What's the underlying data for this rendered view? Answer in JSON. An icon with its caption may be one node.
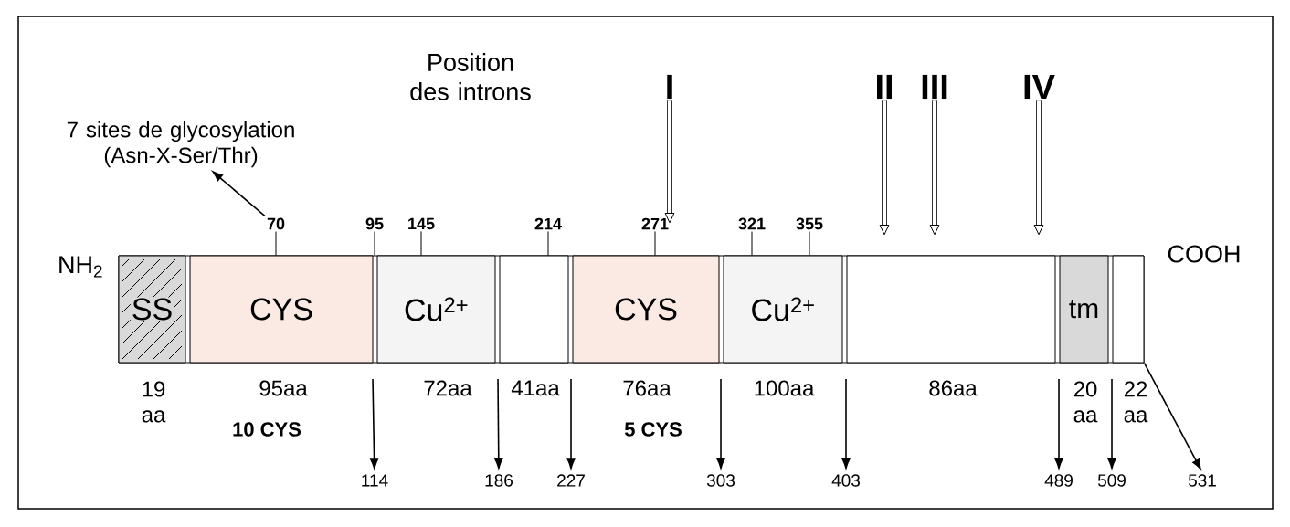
{
  "diagram": {
    "nodes": [
      {
        "text": [
          "7 sites de glycosylation (Asn-X-Ser/Thr)"
        ]
      },
      {
        "text": [
          "I"
        ]
      },
      {
        "text": [
          "II"
        ]
      },
      {
        "text": [
          "III"
        ]
      },
      {
        "text": [
          "IV"
        ]
      },
      {
        "text": [
          "SS"
        ]
      },
      {
        "text": [
          "CYS"
        ]
      },
      {
        "text": [
          "Cu$^{2+}$"
        ]
      },
      {
        "text": [],
        "shape": "box"
      },
      {
        "text": [
          "CYS"
        ]
      },
      {
        "text": [
          "Cu$^{2+}$"
        ]
      },
      {
        "text": [],
        "shape": "box"
      },
      {
        "text": [
          "tm"
        ]
      },
      {
        "text": [],
        "shape": "box"
      },
      {
        "text": [
          "114"
        ]
      },
      {
        "text": [
          "186"
        ]
      },
      {
        "text": [
          "227"
        ]
      },
      {
        "text": [
          "303"
        ]
      },
      {
        "text": [
          "403"
        ]
      },
      {
        "text": [
          "489"
        ]
      },
      {
        "text": [
          "509"
        ]
      },
      {
        "text": [
          "531"
        ]
      },
      {
        "text": [
          "70"
        ]
      },
      {
        "text": [
          "95"
        ]
      },
      {
        "text": [
          "145"
        ]
      },
      {
        "text": [
          "214"
        ]
      },
      {
        "text": [
          "271"
        ]
      },
      {
        "text": [
          "321"
        ]
      },
      {
        "text": [
          "355"
        ]
      }
    ],
    "edges": [
      {
        "from": 22,
        "to": 0,
        "arrow": "to"
      },
      {
        "from": 1,
        "to": 26,
        "arrow": "to",
        "style": "thick"
      },
      {
        "from": 2,
        "to": null,
        "arrow": "to",
        "style": "thick"
      },
      {
        "from": 3,
        "to": null,
        "arrow": "to",
        "style": "thick"
      },
      {
        "from": 4,
        "to": null,
        "arrow": "to",
        "style": "thick"
      },
      {
        "from": null,
        "to": 14,
        "arrow": "to"
      },
      {
        "from": null,
        "to": 15,
        "arrow": "to"
      },
      {
        "from": null,
        "to": 16,
        "arrow": "to"
      },
      {
        "from": null,
        "to": 17,
        "arrow": "to"
      },
      {
        "from": null,
        "to": 18,
        "arrow": "to"
      },
      {
        "from": null,
        "to": 19,
        "arrow": "to"
      },
      {
        "from": null,
        "to": 20,
        "arrow": "to"
      },
      {
        "from": 13,
        "to": 21,
        "arrow": "to"
      },
      {
        "from": 22,
        "to": 6,
        "arrow": "none"
      },
      {
        "from": 23,
        "to": 7,
        "arrow": "none"
      },
      {
        "from": 24,
        "to": 7,
        "arrow": "none"
      },
      {
        "from": 25,
        "to": 8,
        "arrow": "none"
      },
      {
        "from": 26,
        "to": 9,
        "arrow": "none"
      },
      {
        "from": 27,
        "to": 10,
        "arrow": "none"
      },
      {
        "from": 28,
        "to": 10,
        "arrow": "none"
      }
    ],
    "labels": [
      "Position des introns",
      "NH$_{2}$",
      "COOH",
      "19 aa",
      "95aa",
      "72aa",
      "41aa",
      "76aa",
      "100aa",
      "86aa",
      "20 aa",
      "22 aa",
      "10 CYS",
      "5 CYS"
    ]
  }
}
